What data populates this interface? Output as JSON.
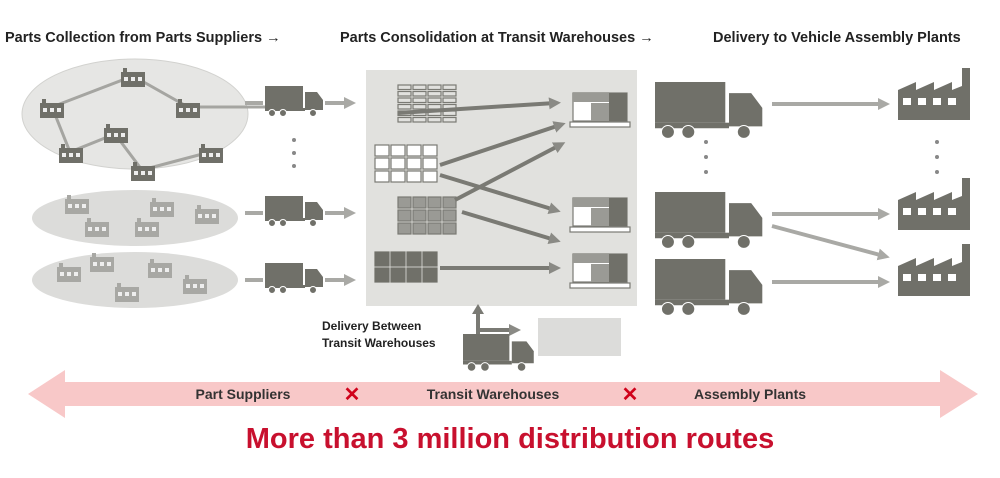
{
  "headers": {
    "collection": "Parts Collection from Parts Suppliers →",
    "consolidation": "Parts Consolidation at Transit Warehouses →",
    "delivery": "Delivery to Vehicle Assembly Plants"
  },
  "transit_label": {
    "line1": "Delivery Between",
    "line2": "Transit Warehouses"
  },
  "band": {
    "suppliers": "Part Suppliers",
    "warehouses": "Transit Warehouses",
    "plants": "Assembly Plants",
    "times": "✕"
  },
  "headline": "More than 3 million distribution routes",
  "colors": {
    "icon": "#707069",
    "light_icon": "#a8a8a4",
    "panel": "#e1e1de",
    "band": "#f8c8c8",
    "accent": "#c8102e"
  }
}
